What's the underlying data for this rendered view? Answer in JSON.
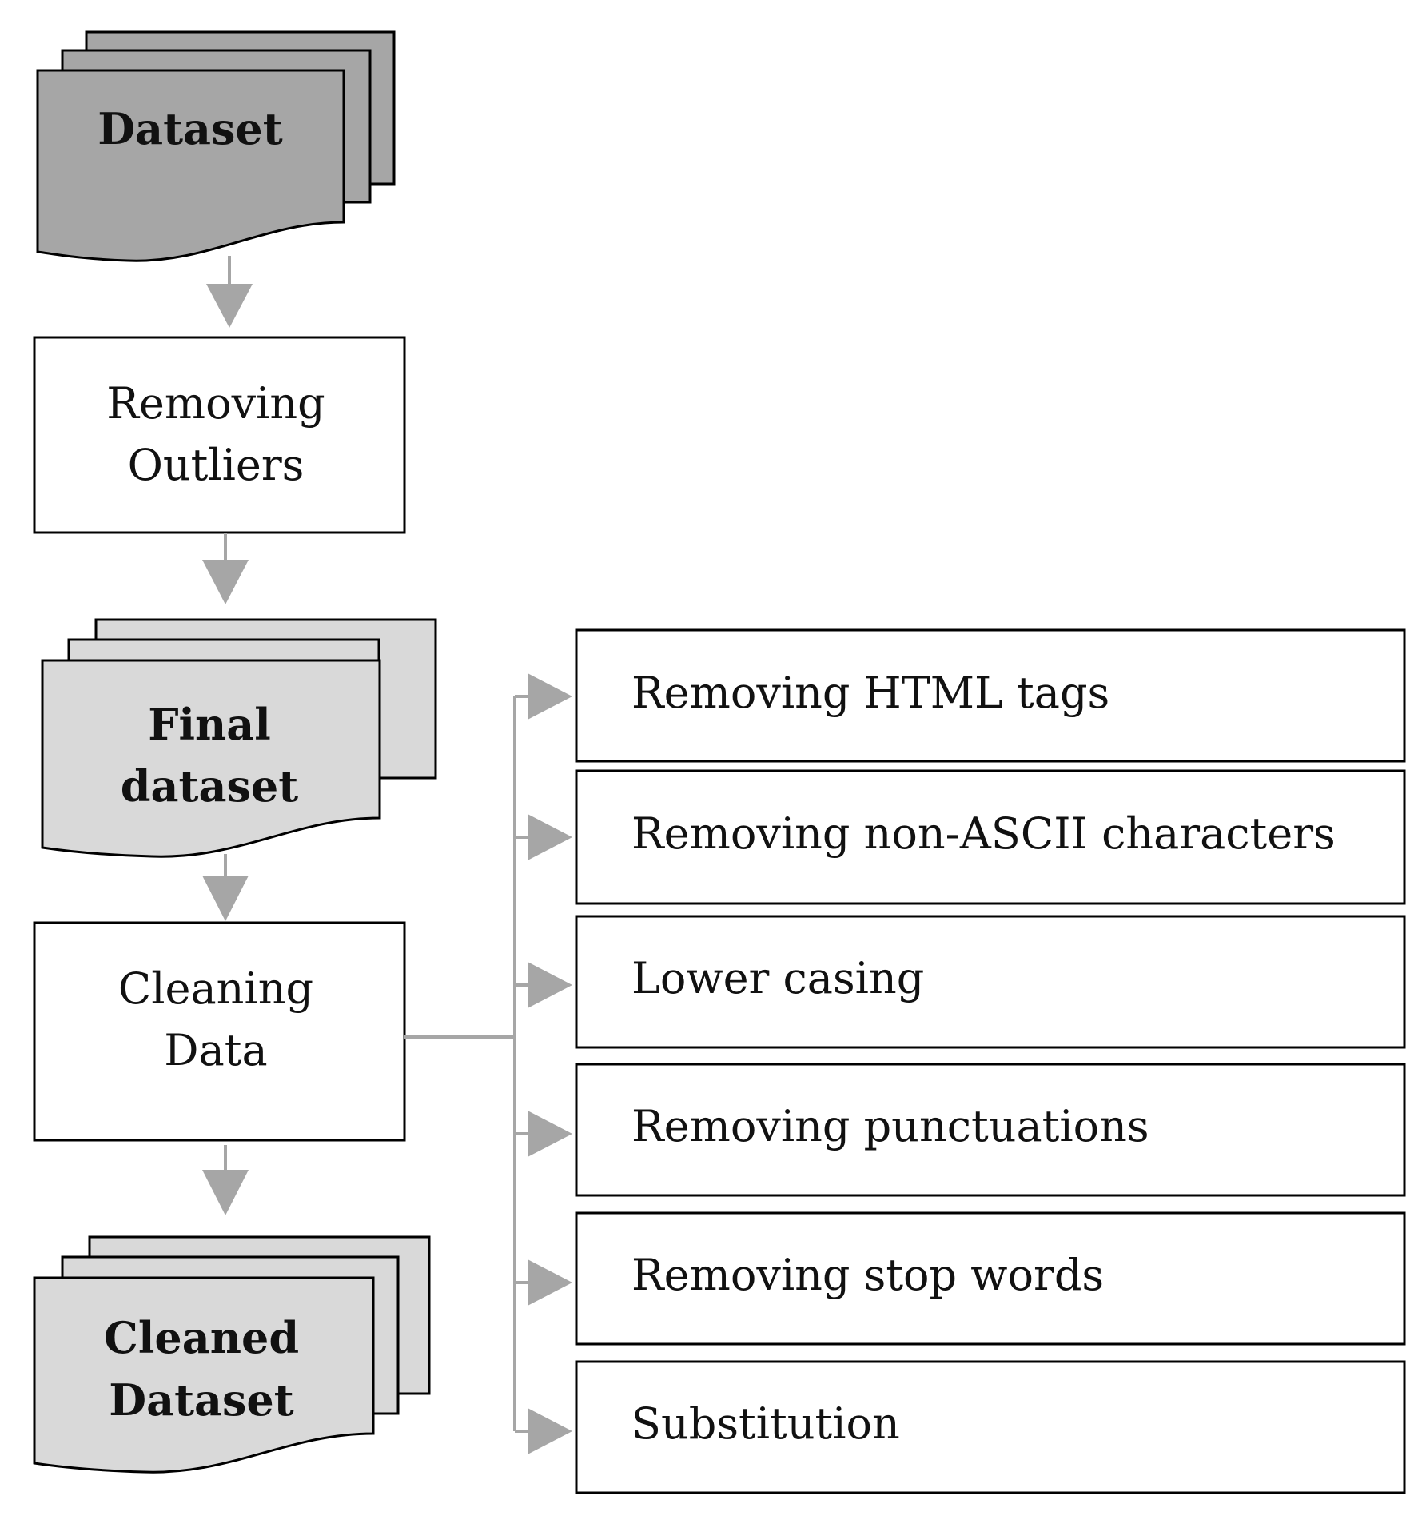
{
  "diagram": {
    "colors": {
      "dataset_fill": "#a6a6a6",
      "doc_fill_light": "#d9d9d9",
      "box_stroke": "#000000",
      "arrow": "#a6a6a6"
    },
    "documents": {
      "dataset": {
        "line1": "Dataset"
      },
      "final": {
        "line1": "Final",
        "line2": "dataset"
      },
      "cleaned": {
        "line1": "Cleaned",
        "line2": "Dataset"
      }
    },
    "processes": {
      "outliers": {
        "line1": "Removing",
        "line2": "Outliers"
      },
      "cleaning": {
        "line1": "Cleaning",
        "line2": "Data"
      }
    },
    "steps": [
      "Removing HTML tags",
      "Removing non-ASCII characters",
      "Lower casing",
      "Removing punctuations",
      "Removing stop words",
      "Substitution"
    ]
  }
}
